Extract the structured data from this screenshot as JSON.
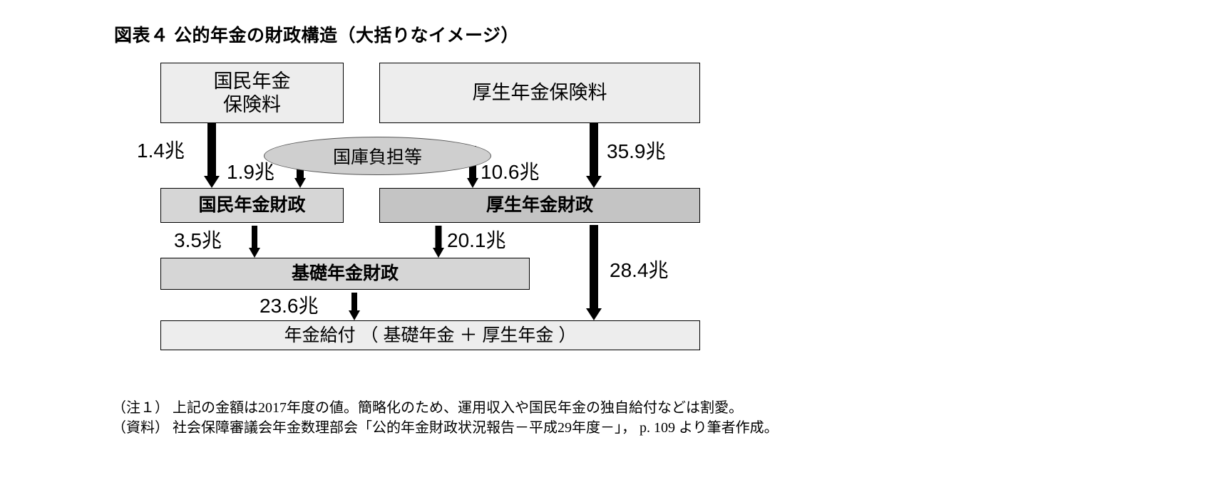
{
  "figure": {
    "title": "図表４  公的年金の財政構造（大括りなイメージ）"
  },
  "boxes": {
    "kokumin_hokenryo": "国民年金\n保険料",
    "kosei_hokenryo": "厚生年金保険料",
    "kokko_futan": "国庫負担等",
    "kokumin_zaisei": "国民年金財政",
    "kosei_zaisei": "厚生年金財政",
    "kiso_zaisei": "基礎年金財政",
    "kyufu": "年金給付 （ 基礎年金 ＋ 厚生年金 ）"
  },
  "flows": [
    {
      "id": "kokumin-hokenryo-to-kokumin-zaisei",
      "label": "1.4兆"
    },
    {
      "id": "kokko-to-kokumin-zaisei",
      "label": "1.9兆"
    },
    {
      "id": "kokko-to-kosei-zaisei",
      "label": "10.6兆"
    },
    {
      "id": "kosei-hokenryo-to-kosei-zaisei",
      "label": "35.9兆"
    },
    {
      "id": "kokumin-zaisei-to-kiso-zaisei",
      "label": "3.5兆"
    },
    {
      "id": "kosei-zaisei-to-kiso-zaisei",
      "label": "20.1兆"
    },
    {
      "id": "kosei-zaisei-to-kyufu",
      "label": "28.4兆"
    },
    {
      "id": "kiso-zaisei-to-kyufu",
      "label": "23.6兆"
    }
  ],
  "notes": {
    "note1": "（注１） 上記の金額は2017年度の値。簡略化のため、運用収入や国民年金の独自給付などは割愛。",
    "note2": "（資料）   社会保障審議会年金数理部会「公的年金財政状況報告－平成29年度－」， p. 109 より筆者作成。"
  },
  "colors": {
    "box_light": "#ededed",
    "box_mid": "#d6d6d6",
    "box_dark": "#c4c4c4",
    "ellipse_fill": "#cfcfcf",
    "line": "#000000"
  }
}
